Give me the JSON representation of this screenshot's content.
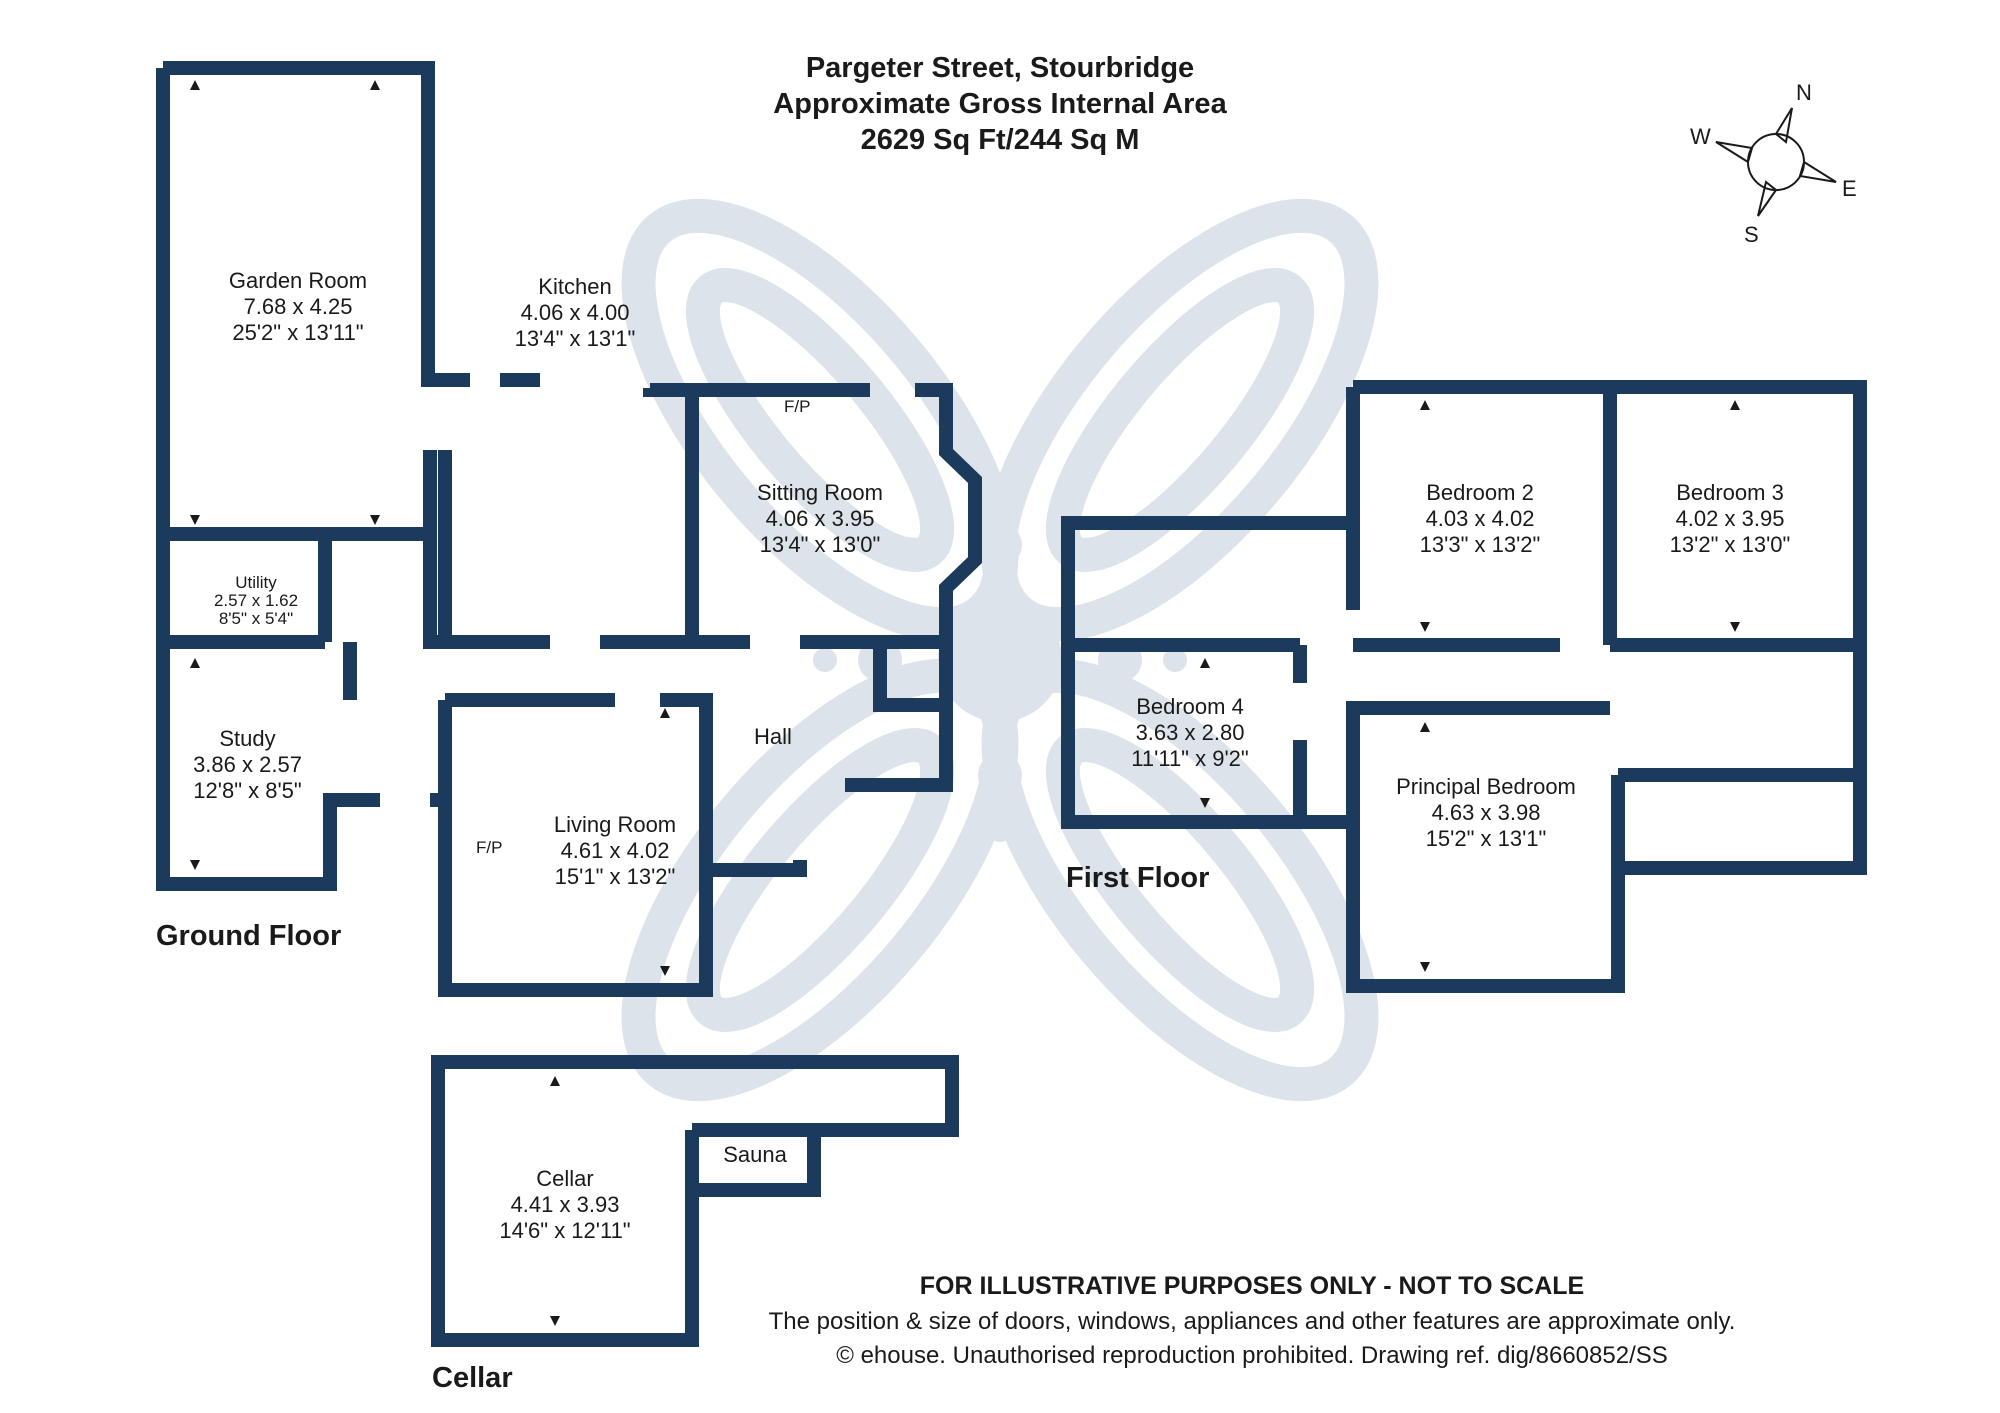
{
  "header": {
    "address": "Pargeter Street, Stourbridge",
    "area_label": "Approximate Gross Internal Area",
    "area_value": "2629 Sq Ft/244 Sq M"
  },
  "compass": {
    "n": "N",
    "e": "E",
    "s": "S",
    "w": "W"
  },
  "floors": {
    "ground": "Ground Floor",
    "first": "First Floor",
    "cellar": "Cellar"
  },
  "rooms": {
    "garden_room": {
      "name": "Garden Room",
      "metric": "7.68 x 4.25",
      "imperial": "25'2\" x 13'11\""
    },
    "kitchen": {
      "name": "Kitchen",
      "metric": "4.06 x 4.00",
      "imperial": "13'4\" x 13'1\""
    },
    "sitting_room": {
      "name": "Sitting Room",
      "metric": "4.06 x 3.95",
      "imperial": "13'4\" x 13'0\""
    },
    "utility": {
      "name": "Utility",
      "metric": "2.57 x 1.62",
      "imperial": "8'5\" x 5'4\""
    },
    "study": {
      "name": "Study",
      "metric": "3.86 x 2.57",
      "imperial": "12'8\" x 8'5\""
    },
    "hall": {
      "name": "Hall"
    },
    "living_room": {
      "name": "Living Room",
      "metric": "4.61 x 4.02",
      "imperial": "15'1\" x 13'2\""
    },
    "bedroom_2": {
      "name": "Bedroom 2",
      "metric": "4.03 x 4.02",
      "imperial": "13'3\" x 13'2\""
    },
    "bedroom_3": {
      "name": "Bedroom 3",
      "metric": "4.02 x 3.95",
      "imperial": "13'2\" x 13'0\""
    },
    "bedroom_4": {
      "name": "Bedroom 4",
      "metric": "3.63 x 2.80",
      "imperial": "11'11\" x 9'2\""
    },
    "principal_bedroom": {
      "name": "Principal Bedroom",
      "metric": "4.63 x 3.98",
      "imperial": "15'2\" x 13'1\""
    },
    "cellar": {
      "name": "Cellar",
      "metric": "4.41 x 3.93",
      "imperial": "14'6\" x 12'11\""
    },
    "sauna": {
      "name": "Sauna"
    }
  },
  "fireplace_label": "F/P",
  "footer": {
    "disclaimer": "FOR ILLUSTRATIVE PURPOSES ONLY - NOT TO SCALE",
    "note": "The position & size of doors, windows, appliances and other features are approximate only.",
    "copyright": "© ehouse. Unauthorised reproduction prohibited. Drawing ref. dig/8660852/SS"
  },
  "colors": {
    "wall": "#1b3a5c",
    "watermark": "#dde3ea",
    "text": "#1a1a1a"
  }
}
